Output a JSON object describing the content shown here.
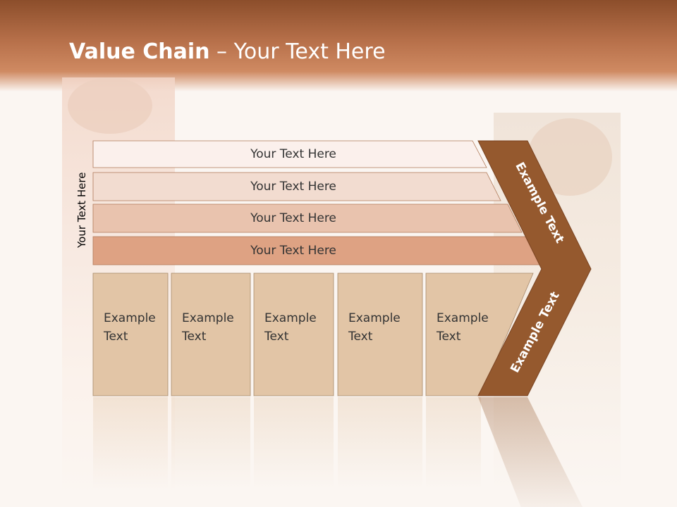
{
  "header": {
    "title_bold": "Value Chain",
    "title_rest": " – Your Text Here"
  },
  "side_label": "Your Text Here",
  "bars": [
    {
      "label": "Your Text Here",
      "color": "#fbf0ec"
    },
    {
      "label": "Your Text Here",
      "color": "#f2dcd0"
    },
    {
      "label": "Your Text Here",
      "color": "#e9c3ae"
    },
    {
      "label": "Your Text Here",
      "color": "#dea283"
    }
  ],
  "columns": [
    {
      "line1": "Example",
      "line2": "Text"
    },
    {
      "line1": "Example",
      "line2": "Text"
    },
    {
      "line1": "Example",
      "line2": "Text"
    },
    {
      "line1": "Example",
      "line2": "Text"
    },
    {
      "line1": "Example",
      "line2": "Text"
    }
  ],
  "column_color": "#e2c5a6",
  "chevron": {
    "top_text": "Example Text",
    "bottom_text": "Example Text",
    "color": "#95592e"
  }
}
